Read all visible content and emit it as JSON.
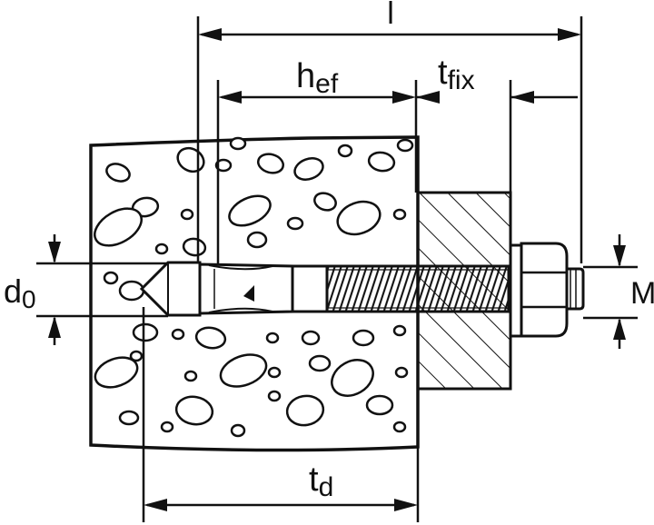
{
  "labels": {
    "l": "l",
    "hef_main": "h",
    "hef_sub": "ef",
    "tfix_main": "t",
    "tfix_sub": "fix",
    "d0_main": "d",
    "d0_sub": "0",
    "M": "M",
    "td_main": "t",
    "td_sub": "d"
  },
  "colors": {
    "ink": "#111111",
    "paper": "#ffffff",
    "concrete": "#ffffff"
  }
}
